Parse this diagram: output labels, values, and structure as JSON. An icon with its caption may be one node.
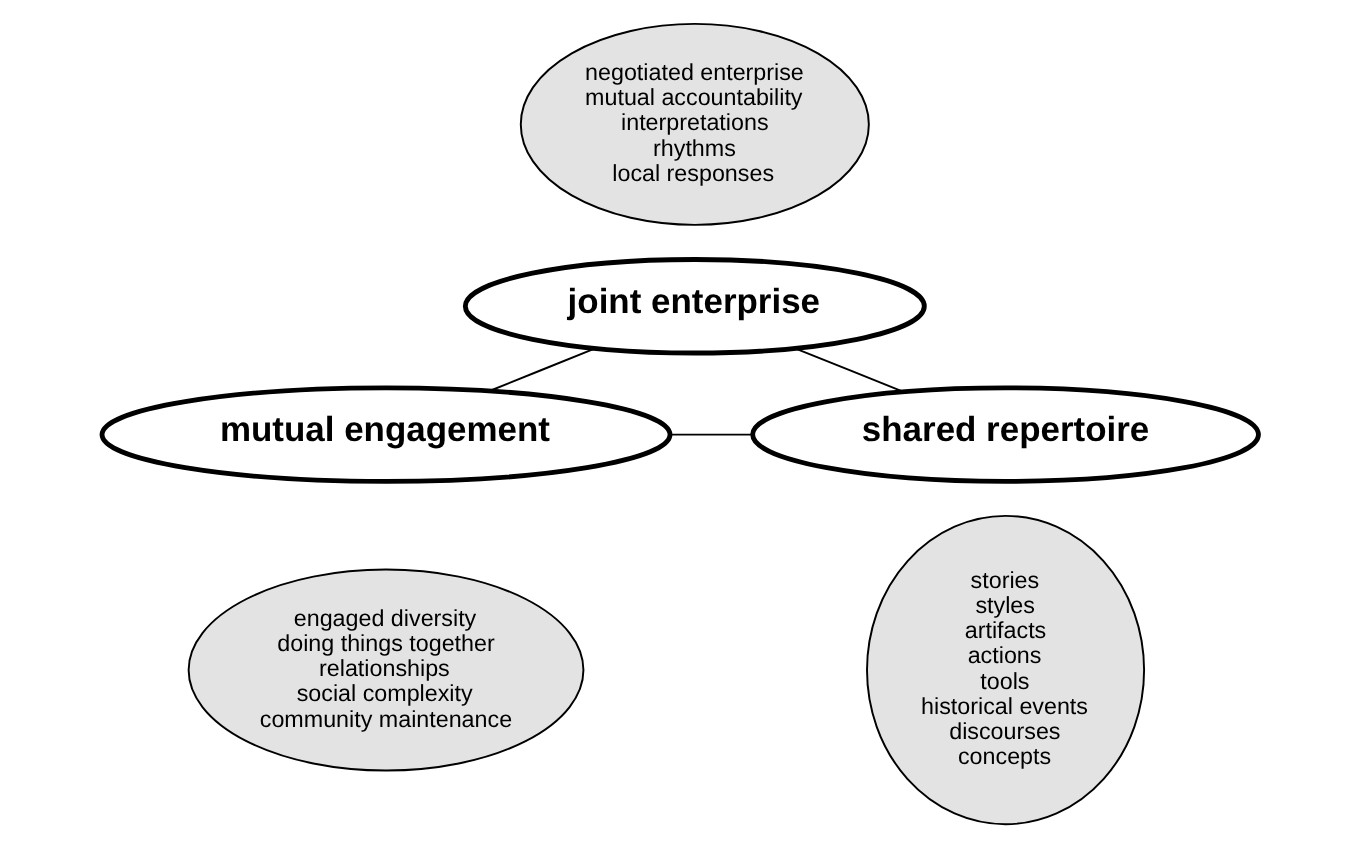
{
  "diagram": {
    "nodes": [
      {
        "text": [
          "negotiated enterprise",
          "mutual accountability",
          "interpretations",
          "rhythms",
          "local responses"
        ]
      },
      {
        "text": [
          "joint enterprise"
        ]
      },
      {
        "text": [
          "mutual engagement"
        ]
      },
      {
        "text": [
          "shared repertoire"
        ]
      },
      {
        "text": [
          "engaged diversity",
          "doing things together",
          "relationships",
          "social complexity",
          "community maintenance"
        ]
      },
      {
        "text": [
          "stories",
          "styles",
          "artifacts",
          "actions",
          "tools",
          "historical events",
          "discourses",
          "concepts"
        ]
      }
    ],
    "edges": [
      {
        "from": 1,
        "to": 2,
        "arrow": "none"
      },
      {
        "from": 1,
        "to": 3,
        "arrow": "none"
      },
      {
        "from": 2,
        "to": 3,
        "arrow": "none"
      }
    ]
  }
}
